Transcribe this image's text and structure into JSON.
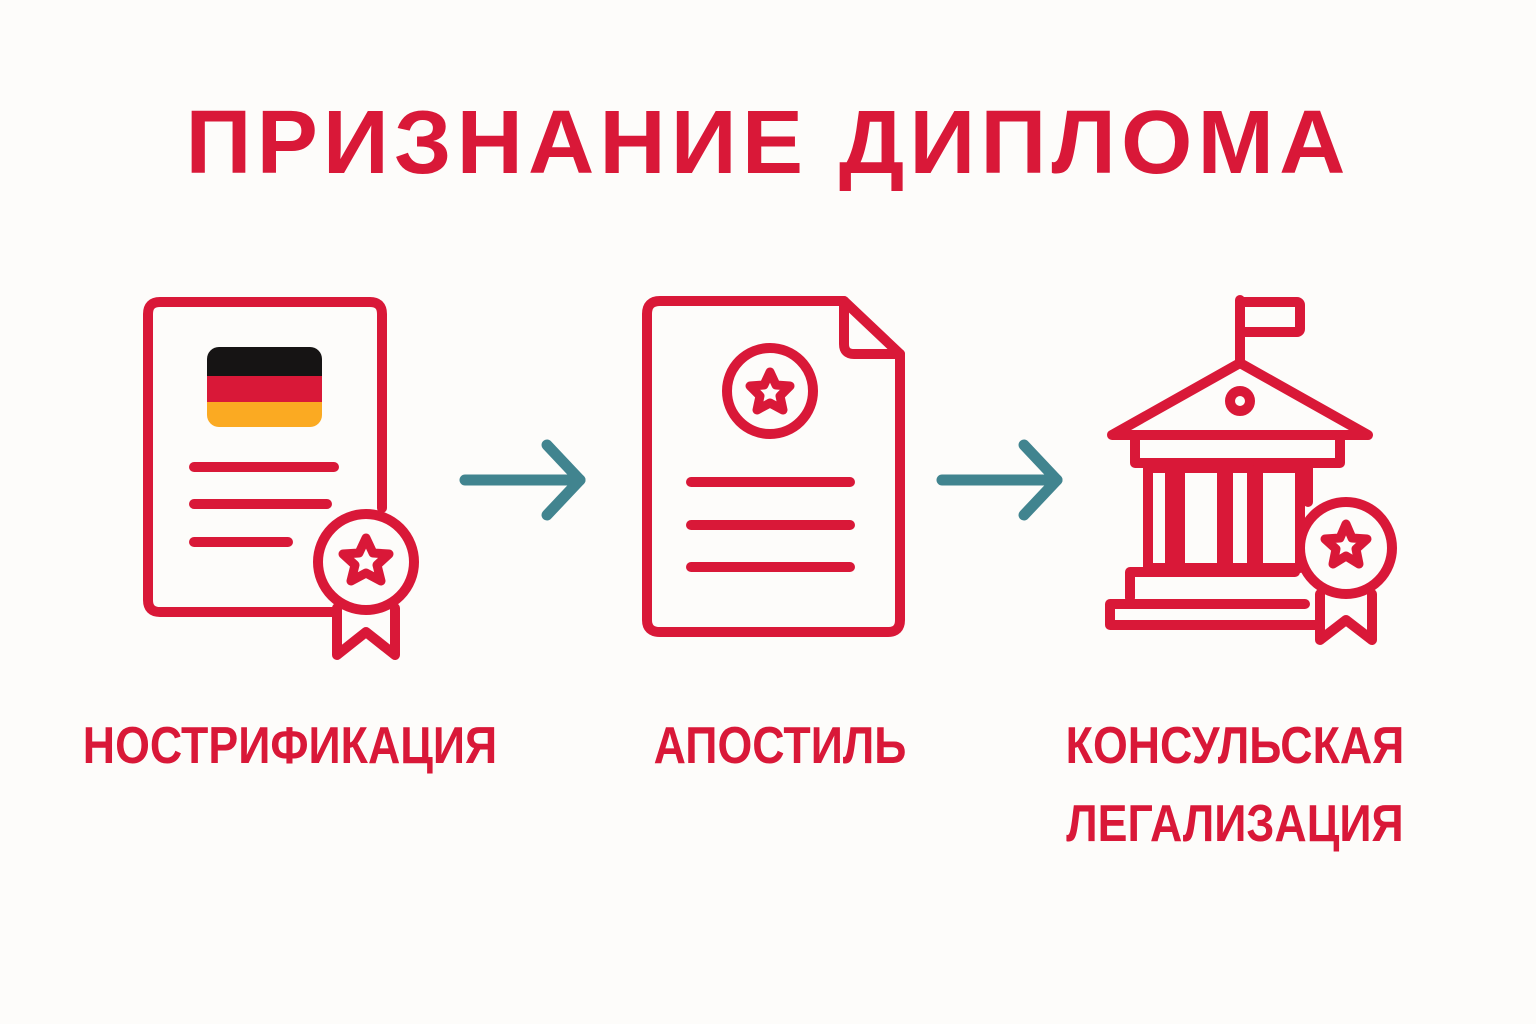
{
  "title": "ПРИЗНАНИЕ ДИПЛОМА",
  "colors": {
    "primary": "#d91838",
    "arrow": "#41848f",
    "background": "#fdfcfa",
    "flag_black": "#161414",
    "flag_red": "#d91838",
    "flag_gold": "#fbaa22"
  },
  "steps": [
    {
      "icon": "diploma-with-german-flag-and-seal-icon",
      "label": "НОСТРИФИКАЦИЯ"
    },
    {
      "icon": "document-with-star-seal-icon",
      "label": "АПОСТИЛЬ"
    },
    {
      "icon": "government-building-with-seal-icon",
      "label_line1": "КОНСУЛЬСКАЯ",
      "label_line2": "ЛЕГАЛИЗАЦИЯ"
    }
  ],
  "connectors": [
    {
      "icon": "arrow-right-icon"
    },
    {
      "icon": "arrow-right-icon"
    }
  ]
}
